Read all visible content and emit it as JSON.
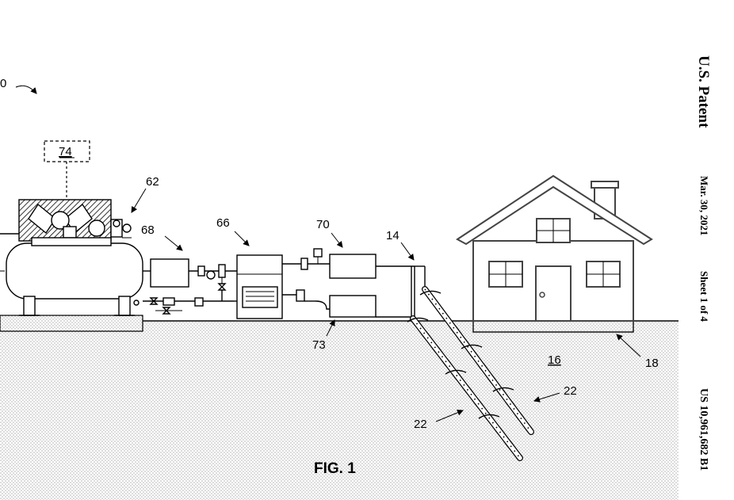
{
  "header": {
    "publication": "U.S. Patent",
    "date": "Mar. 30, 2021",
    "sheet": "Sheet 1 of 4",
    "patent_number": "US 10,961,682 B1"
  },
  "figure": {
    "caption": "FIG. 1",
    "reference_numerals": {
      "system": "0",
      "controller": "74",
      "compressor": "62",
      "unit_68": "68",
      "unit_66": "66",
      "unit_70": "70",
      "unit_73": "73",
      "line_14": "14",
      "ground": "16",
      "house": "18",
      "injector_left": "22",
      "injector_right": "22"
    }
  }
}
